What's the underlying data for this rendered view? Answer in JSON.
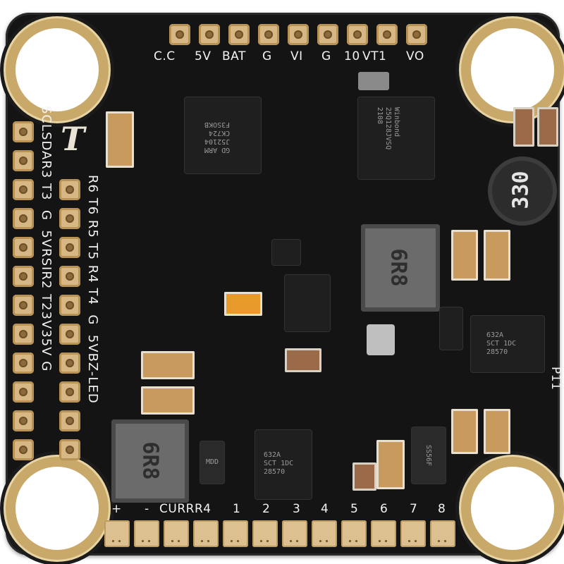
{
  "board": {
    "logo": "T",
    "top_labels": [
      "C.C",
      "5V",
      "BAT",
      "G",
      "VI",
      "G",
      "10",
      "VT1",
      "VO"
    ],
    "left_labels": [
      "SCL",
      "SDA",
      "R3",
      "T3",
      "G",
      "5V",
      "RSI",
      "R2",
      "T2",
      "3V3",
      "5V",
      "G"
    ],
    "inner_left_labels": [
      "R6",
      "T6",
      "R5",
      "T5",
      "R4",
      "T4",
      "G",
      "5V",
      "BZ-",
      "LED"
    ],
    "bottom_labels": [
      "+",
      "-",
      "CURR",
      "R4",
      "1",
      "2",
      "3",
      "4",
      "5",
      "6",
      "7",
      "8"
    ],
    "right_label": "P11",
    "inductor_markings": [
      "6R8",
      "6R8",
      "330"
    ],
    "chip_markings": {
      "mcu": "GD ARM\nJ52104\nCK724\nF3SOKB",
      "flash": "Winbond\n25Q128JVSQ\n2108",
      "reg1": "632A\nSCT 1DC\n28570",
      "reg2": "632A\nSCT 1DC\n28570",
      "diode1": "MDD",
      "diode2": "SS56F"
    }
  }
}
